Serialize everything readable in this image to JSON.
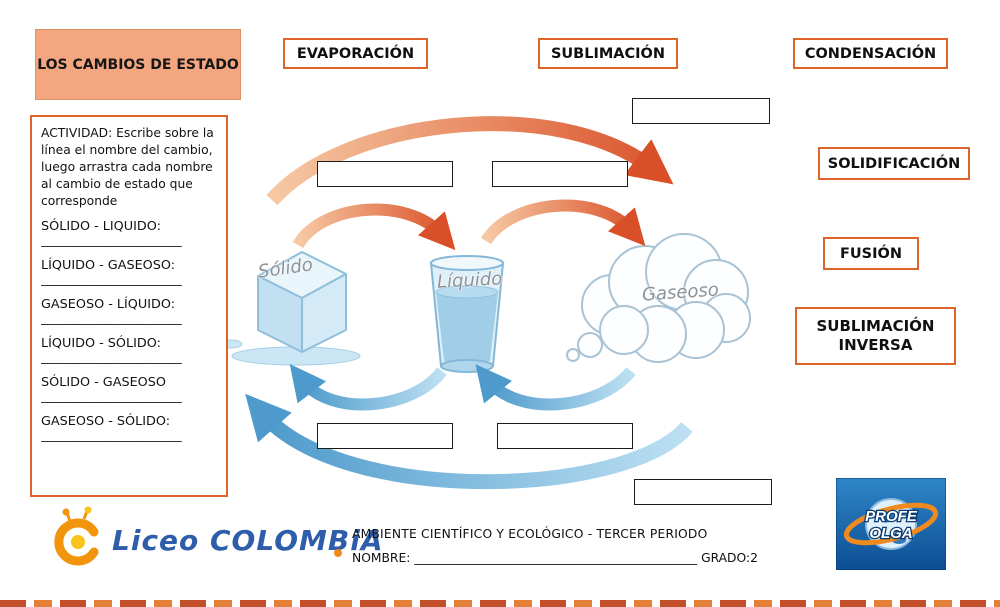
{
  "title": "LOS CAMBIOS DE ESTADO",
  "drag_labels": {
    "evaporacion": "EVAPORACIÓN",
    "sublimacion": "SUBLIMACIÓN",
    "condensacion": "CONDENSACIÓN",
    "solidificacion": "SOLIDIFICACIÓN",
    "fusion": "FUSIÓN",
    "sublimacion_inversa_line1": "SUBLIMACIÓN",
    "sublimacion_inversa_line2": "INVERSA"
  },
  "activity": {
    "instructions": "ACTIVIDAD: Escribe sobre la línea el nombre del cambio, luego arrastra cada nombre al cambio de estado que corresponde",
    "items": [
      {
        "label": "SÓLIDO - LIQUIDO:",
        "line": "______________________"
      },
      {
        "label": "LÍQUIDO - GASEOSO:",
        "line": "______________________"
      },
      {
        "label": "GASEOSO - LÍQUIDO:",
        "line": "______________________"
      },
      {
        "label": "LÍQUIDO - SÓLIDO:",
        "line": "______________________"
      },
      {
        "label": "SÓLIDO - GASEOSO",
        "line": "______________________"
      },
      {
        "label": "GASEOSO - SÓLIDO:",
        "line": "______________________"
      }
    ]
  },
  "states": {
    "solido": "Sólido",
    "liquido": "Líquido",
    "gaseoso": "Gaseoso"
  },
  "footer": {
    "logo_text": "Liceo COLOMBiA",
    "subject": "AMBIENTE CIENTÍFICO Y ECOLÓGICO - TERCER PERIODO",
    "nombre_label": "NOMBRE:",
    "nombre_line": "______________________________________________",
    "grado": "GRADO:2",
    "badge_line1": "PROFE",
    "badge_line2": "OLGA"
  },
  "colors": {
    "accent_orange": "#DE6429",
    "title_fill": "#F3A67F",
    "arrow_orange_dark": "#D94F27",
    "arrow_orange_light": "#F6C9A4",
    "arrow_blue_dark": "#4E9ACC",
    "arrow_blue_light": "#BCE0F2",
    "logo_blue": "#2E5DA9"
  }
}
